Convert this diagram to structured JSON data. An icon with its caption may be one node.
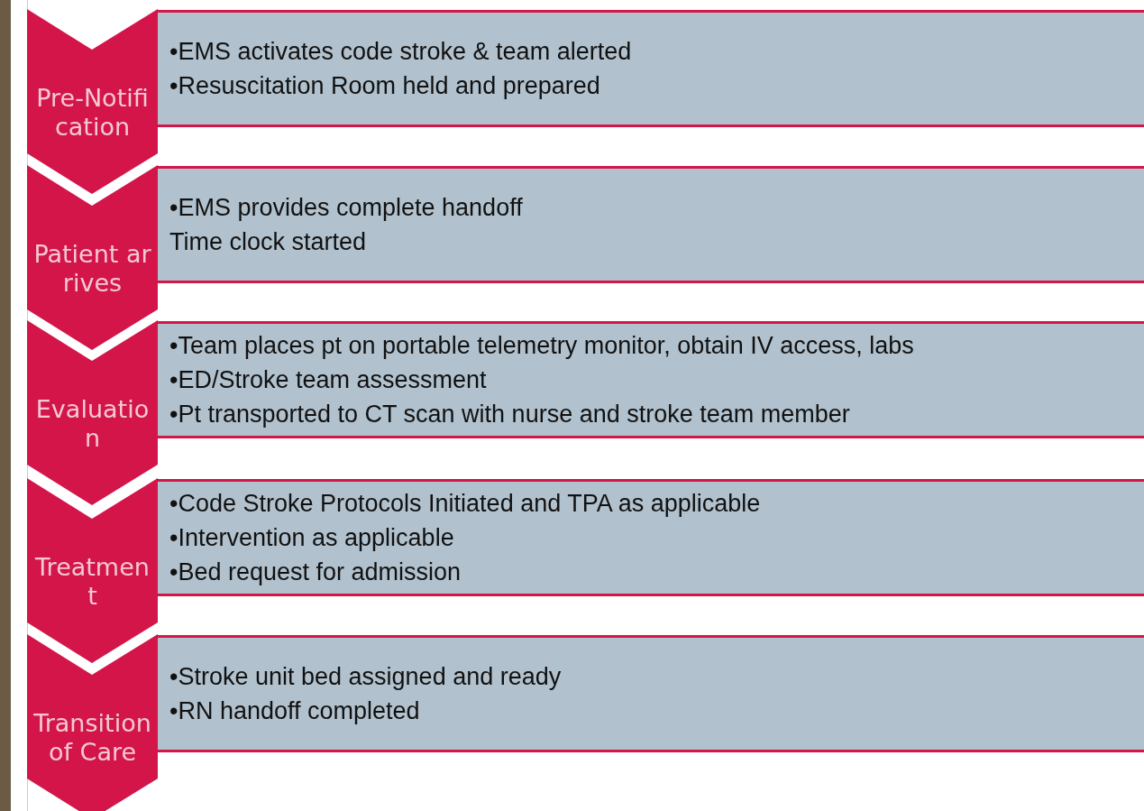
{
  "diagram": {
    "nodes": [
      {
        "text": [
          "Pre-Notification"
        ]
      },
      {
        "text": [
          "•EMS activates code stroke & team alerted",
          "•Resuscitation Room held and prepared"
        ]
      },
      {
        "text": [
          "Patient arrives"
        ]
      },
      {
        "text": [
          "•EMS provides complete handoff",
          "Time clock started"
        ]
      },
      {
        "text": [
          "Evaluation"
        ]
      },
      {
        "text": [
          "•Team places pt on portable telemetry monitor, obtain IV access, labs",
          "•ED/Stroke team assessment",
          "•Pt transported to CT scan with nurse and stroke team member"
        ]
      },
      {
        "text": [
          "Treatment"
        ]
      },
      {
        "text": [
          "•Code Stroke Protocols Initiated and TPA as applicable",
          "•Intervention as applicable",
          "•Bed request for admission"
        ]
      },
      {
        "text": [
          "Transition of Care"
        ]
      },
      {
        "text": [
          "•Stroke unit bed assigned and ready",
          "•RN handoff completed"
        ]
      }
    ]
  }
}
